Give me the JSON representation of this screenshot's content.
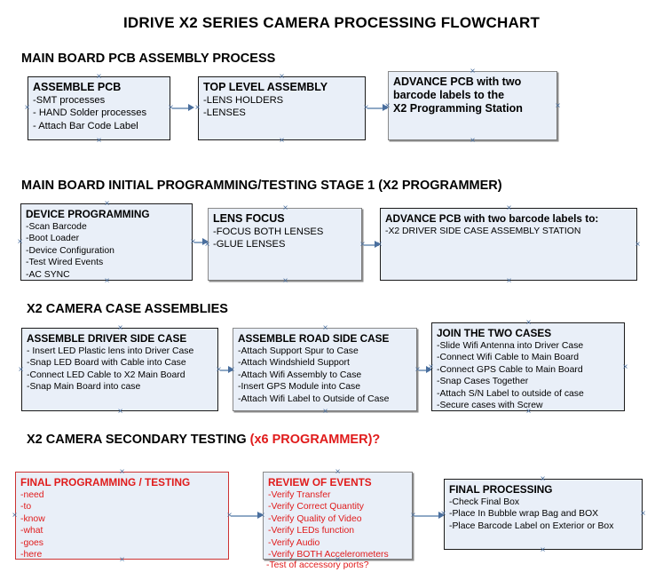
{
  "document": {
    "title": "IDRIVE X2  SERIES CAMERA PROCESSING FLOWCHART",
    "accent_red": "#e01b1b",
    "box_fill": "#e9eff8",
    "connector_color": "#8fa9c6"
  },
  "sections": [
    {
      "heading": "MAIN BOARD PCB ASSEMBLY PROCESS",
      "heading_accent": "",
      "boxes": [
        {
          "title": "ASSEMBLE PCB",
          "lines": [
            "-SMT processes",
            "- HAND Solder processes",
            "- Attach Bar Code Label"
          ]
        },
        {
          "title": "TOP LEVEL ASSEMBLY",
          "lines": [
            "-LENS HOLDERS",
            "-LENSES"
          ]
        },
        {
          "title": "ADVANCE PCB with two",
          "lines": [
            "barcode labels to the",
            " X2 Programming Station"
          ]
        }
      ]
    },
    {
      "heading": "MAIN BOARD INITIAL PROGRAMMING/TESTING STAGE 1 (X2 PROGRAMMER)",
      "heading_accent": "",
      "boxes": [
        {
          "title": "DEVICE PROGRAMMING",
          "lines": [
            "-Scan Barcode",
            "-Boot Loader",
            "-Device Configuration",
            "-Test Wired Events",
            "-AC SYNC"
          ]
        },
        {
          "title": "LENS FOCUS",
          "lines": [
            "-FOCUS BOTH LENSES",
            "-GLUE LENSES"
          ]
        },
        {
          "title": "ADVANCE PCB with two barcode labels to:",
          "lines": [
            "-X2 DRIVER  SIDE  CASE  ASSEMBLY STATION"
          ]
        }
      ]
    },
    {
      "heading": "X2 CAMERA CASE ASSEMBLIES",
      "heading_accent": "",
      "boxes": [
        {
          "title": "ASSEMBLE DRIVER SIDE CASE",
          "lines": [
            "- Insert LED Plastic lens into Driver Case",
            "-Snap LED Board with Cable into Case",
            "-Connect LED Cable to X2 Main Board",
            "-Snap Main Board into case"
          ]
        },
        {
          "title": "ASSEMBLE ROAD SIDE CASE",
          "lines": [
            "-Attach Support Spur to Case",
            "-Attach Windshield Support",
            "-Attach Wifi Assembly to Case",
            "-Insert GPS Module into Case",
            "-Attach Wifi Label to Outside of Case"
          ]
        },
        {
          "title": "JOIN THE TWO CASES",
          "lines": [
            "-Slide Wifi Antenna into Driver Case",
            "-Connect Wifi Cable to Main Board",
            "-Connect GPS Cable to Main Board",
            "-Snap Cases Together",
            "-Attach S/N Label to outside of case",
            "-Secure cases with Screw"
          ]
        }
      ]
    },
    {
      "heading": "X2 CAMERA SECONDARY TESTING ",
      "heading_accent": "(x6 PROGRAMMER)?",
      "boxes": [
        {
          "title": "FINAL PROGRAMMING / TESTING",
          "lines": [
            "-need",
            "-to",
            "-know",
            "-what",
            "-goes",
            "-here"
          ]
        },
        {
          "title": "REVIEW OF EVENTS",
          "lines": [
            "-Verify Transfer",
            "-Verify Correct Quantity",
            "-Verify Quality of Video",
            "-Verify LEDs function",
            "-Verify Audio",
            "-Verify BOTH Accelerometers"
          ],
          "overflow_line": "-Test of accessory ports?"
        },
        {
          "title": "FINAL PROCESSING",
          "lines": [
            " -Check Final Box",
            "-Place In Bubble wrap Bag and BOX",
            "-Place Barcode Label on Exterior or Box"
          ]
        }
      ]
    }
  ]
}
